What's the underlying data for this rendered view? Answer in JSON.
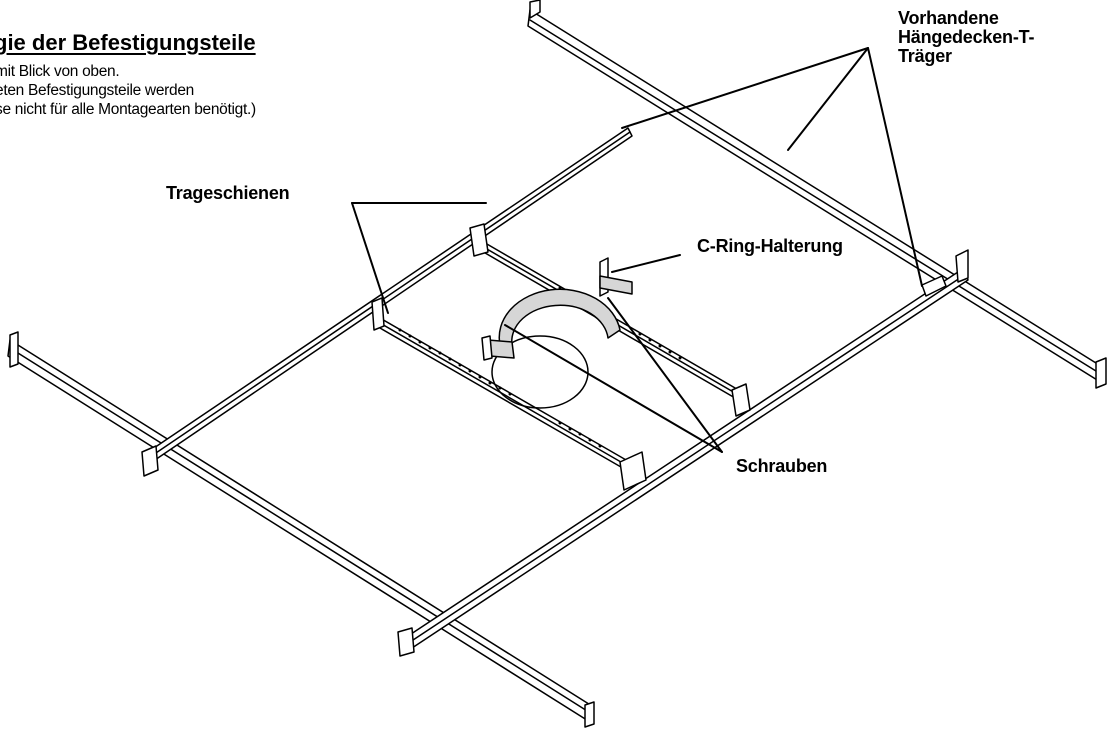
{
  "header": {
    "title": "gie der Befestigungsteile",
    "lines": [
      "mit Blick von oben.",
      "eten Befestigungsteile werden",
      "se nicht für alle Montagearten benötigt.)"
    ]
  },
  "callouts": {
    "t_traeger_line1": "Vorhandene",
    "t_traeger_line2": "Hängedecken-T-",
    "t_traeger_line3": "Träger",
    "trageschienen": "Trageschienen",
    "c_ring": "C-Ring-Halterung",
    "schrauben": "Schrauben"
  }
}
